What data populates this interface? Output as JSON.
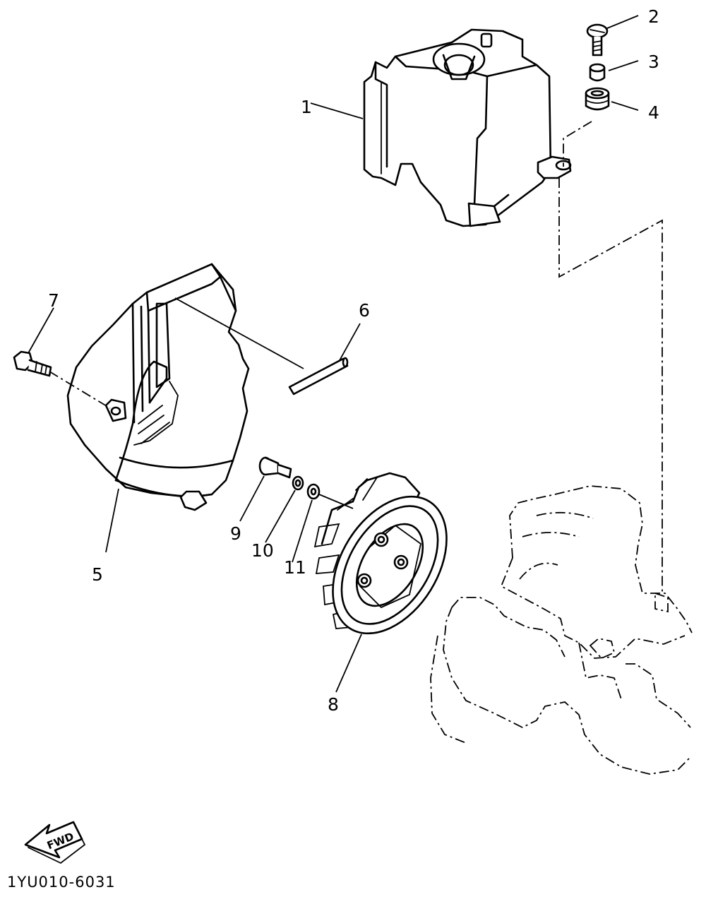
{
  "callouts": {
    "c1": "1",
    "c2": "2",
    "c3": "3",
    "c4": "4",
    "c5": "5",
    "c6": "6",
    "c7": "7",
    "c8": "8",
    "c9": "9",
    "c10": "10",
    "c11": "11"
  },
  "direction_label": "FWD",
  "diagram_code": "1YU010-6031"
}
